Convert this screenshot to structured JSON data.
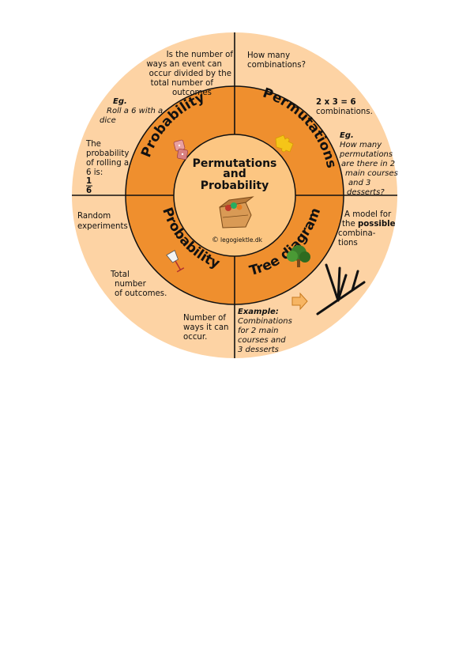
{
  "center": {
    "title_line1": "Permutations",
    "title_line2": "and",
    "title_line3": "Probability",
    "copyright_symbol": "©",
    "copyright_text": "legogiektle.dk"
  },
  "ring_labels": {
    "top_left": "Probability",
    "top_right": "Permutations",
    "bottom_left": "Probability",
    "bottom_right": "Tree diagram"
  },
  "outer": {
    "tl_definition": [
      "Is the number of",
      "ways an event can",
      "occur divided by the",
      "total number of",
      "outcomes"
    ],
    "tl_eg_label": "Eg.",
    "tl_eg_text": [
      "Roll a 6 with a",
      "dice"
    ],
    "tl_prob_text": [
      "The",
      "probability",
      "of rolling a",
      "6 is:"
    ],
    "tl_fraction_num": "1",
    "tl_fraction_den": "6",
    "tr_question": [
      "How many",
      "combinations?"
    ],
    "tr_calc": "2 x 3 = 6",
    "tr_calc_word": "combinations.",
    "tr_eg_label": "Eg.",
    "tr_eg_text": [
      "How many",
      "permutations",
      "are there in 2",
      "main courses",
      "and 3",
      "desserts?"
    ],
    "bl_random": [
      "Random",
      "experiments"
    ],
    "bl_total": [
      "Total",
      "number",
      "of outcomes."
    ],
    "bl_ways": [
      "Number of",
      "ways it can",
      "occur."
    ],
    "br_model_pre": "A model for",
    "br_model_the": "the ",
    "br_model_bold": "possible",
    "br_model_rest": [
      "combina-",
      "tions"
    ],
    "br_example_label": "Example:",
    "br_example_text": [
      "Combinations",
      "for 2 main",
      "courses and",
      "3 desserts"
    ]
  },
  "colors": {
    "outer_ring": "#fdd3a4",
    "middle_ring": "#ef8f2e",
    "center": "#fcc682",
    "lines": "#111111"
  },
  "icons": [
    "dice-icon",
    "puzzle-icon",
    "basket-icon",
    "tree-icon",
    "glass-icon",
    "arrow-icon",
    "tree-diagram-icon"
  ]
}
